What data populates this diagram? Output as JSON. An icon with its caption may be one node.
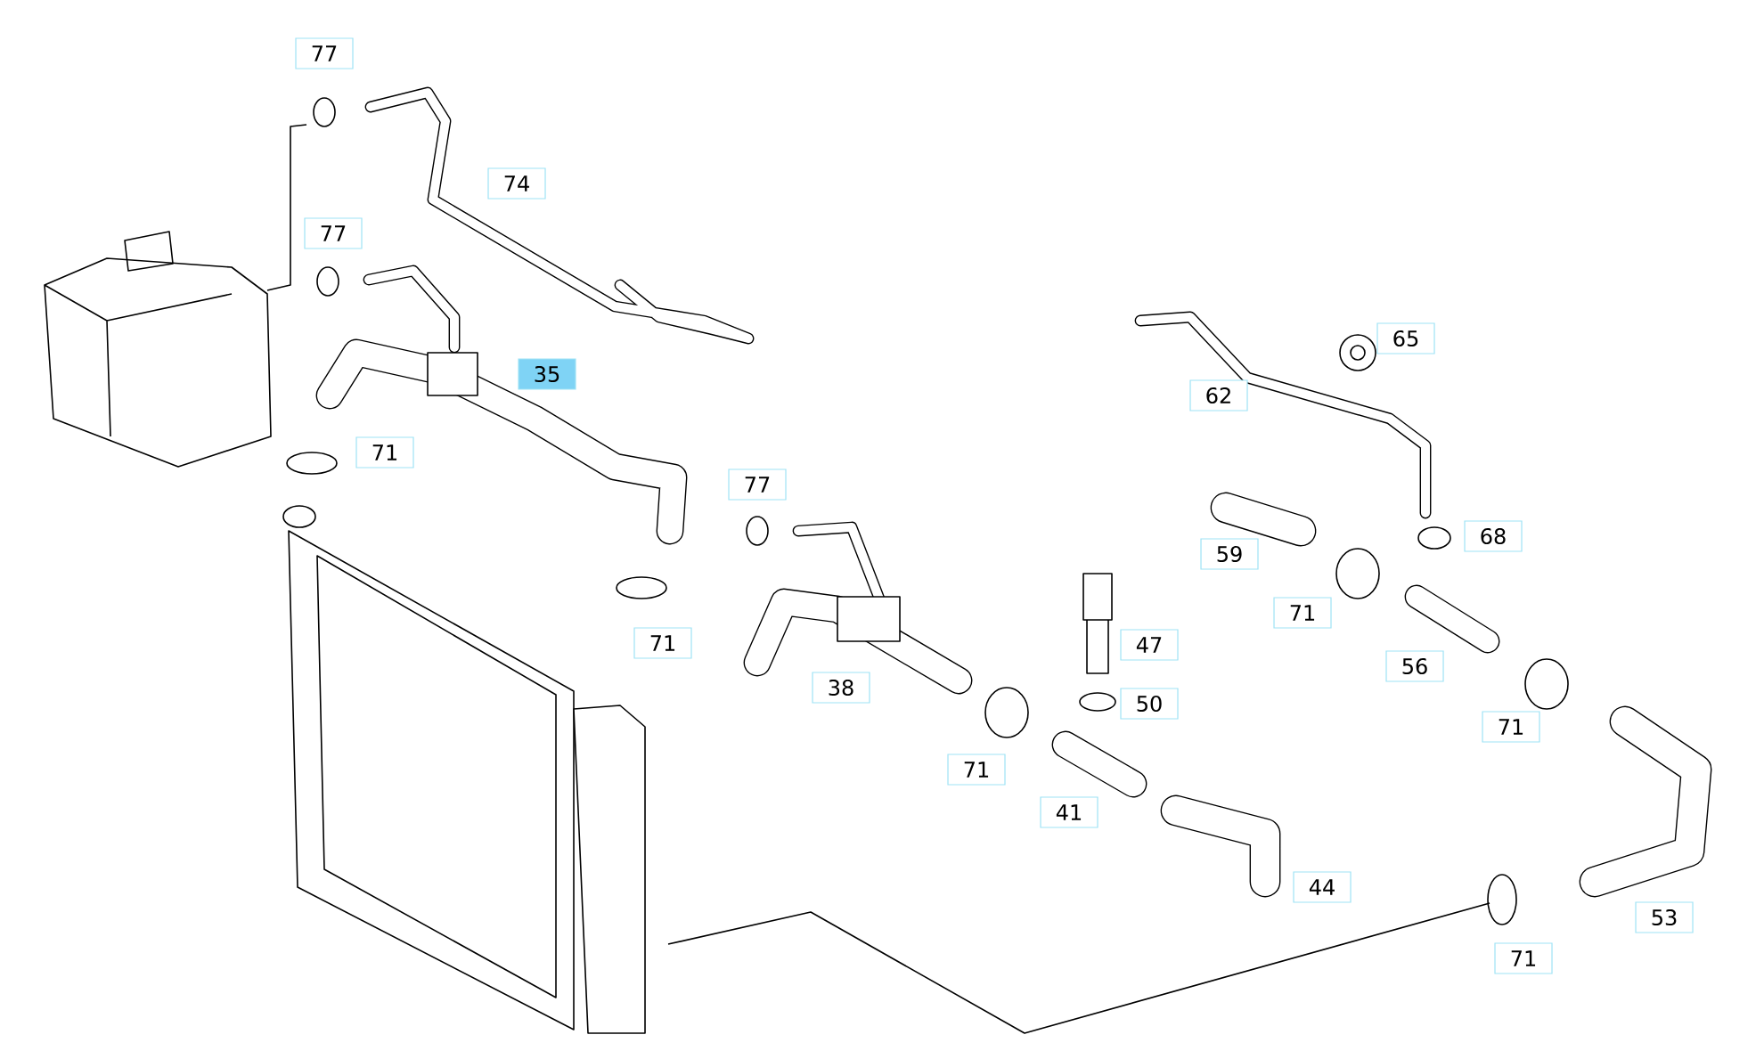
{
  "diagram": {
    "labels": [
      "77",
      "74",
      "77",
      "65",
      "35",
      "62",
      "71",
      "77",
      "68",
      "59",
      "71",
      "71",
      "47",
      "56",
      "38",
      "50",
      "71",
      "71",
      "41",
      "44",
      "53",
      "71"
    ]
  }
}
